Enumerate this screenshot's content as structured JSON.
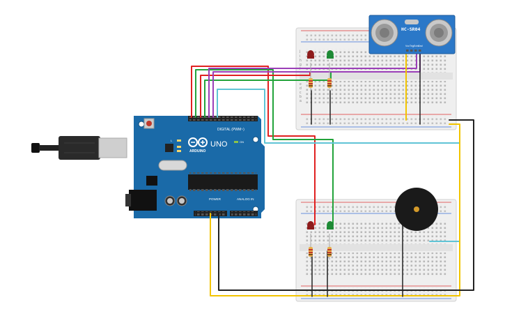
{
  "arduino": {
    "logo_text": "ARDUINO",
    "model": "UNO",
    "digital_header": "DIGITAL (PWM~)",
    "power_header": "POWER",
    "analog_header": "ANALOG IN",
    "on_label": "ON",
    "tx_label": "TX",
    "rx_label": "RX",
    "l_label": "L"
  },
  "sensor": {
    "label": "HC-SR04",
    "pins": [
      "Vcc",
      "Trig",
      "Echo",
      "Gnd"
    ]
  },
  "breadboard": {
    "row_letters_top": [
      "j",
      "i",
      "h",
      "g",
      "f"
    ],
    "row_letters_bottom": [
      "e",
      "d",
      "c",
      "b",
      "a"
    ]
  },
  "colors": {
    "wire_red": "#e02020",
    "wire_green": "#22a33a",
    "wire_purple": "#9b3fb8",
    "wire_cyan": "#5fc4d6",
    "wire_yellow": "#f2c400",
    "wire_black": "#222222",
    "board": "#1a6aa8",
    "sensor": "#2b78c8"
  }
}
